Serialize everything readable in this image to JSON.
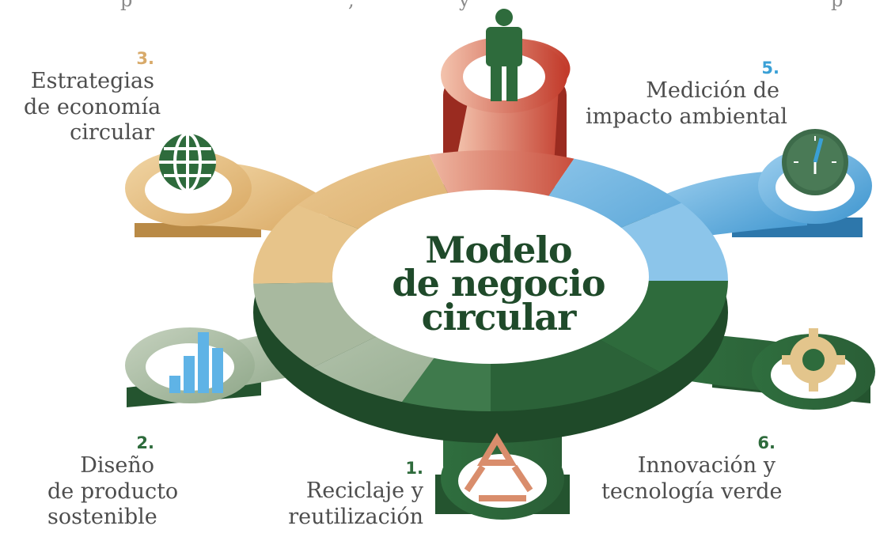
{
  "top_text_fragments": [
    "p",
    ",",
    "y",
    "p"
  ],
  "center_title": [
    "Modelo",
    "de negocio",
    "circular"
  ],
  "items": [
    {
      "number": "1.",
      "lines": [
        "Reciclaje y",
        "reutilización"
      ],
      "icon": "recycle-icon",
      "color": "#2e6b3c"
    },
    {
      "number": "2.",
      "lines": [
        "Diseño",
        "de producto",
        "sostenible"
      ],
      "icon": "bar-chart-icon",
      "color": "#2e6b3c"
    },
    {
      "number": "3.",
      "lines": [
        "Estrategias",
        "de economía",
        "circular"
      ],
      "icon": "globe-icon",
      "color": "#d8aa6a"
    },
    {
      "number": "5.",
      "lines": [
        "Medición de",
        "impacto ambiental"
      ],
      "icon": "clock-icon",
      "color": "#3aa0d6"
    },
    {
      "number": "6.",
      "lines": [
        "Innovación y",
        "tecnología verde"
      ],
      "icon": "gear-icon",
      "color": "#2e6b3c"
    },
    {
      "number": "",
      "lines": [],
      "icon": "person-icon",
      "color": "#c4432e"
    }
  ]
}
